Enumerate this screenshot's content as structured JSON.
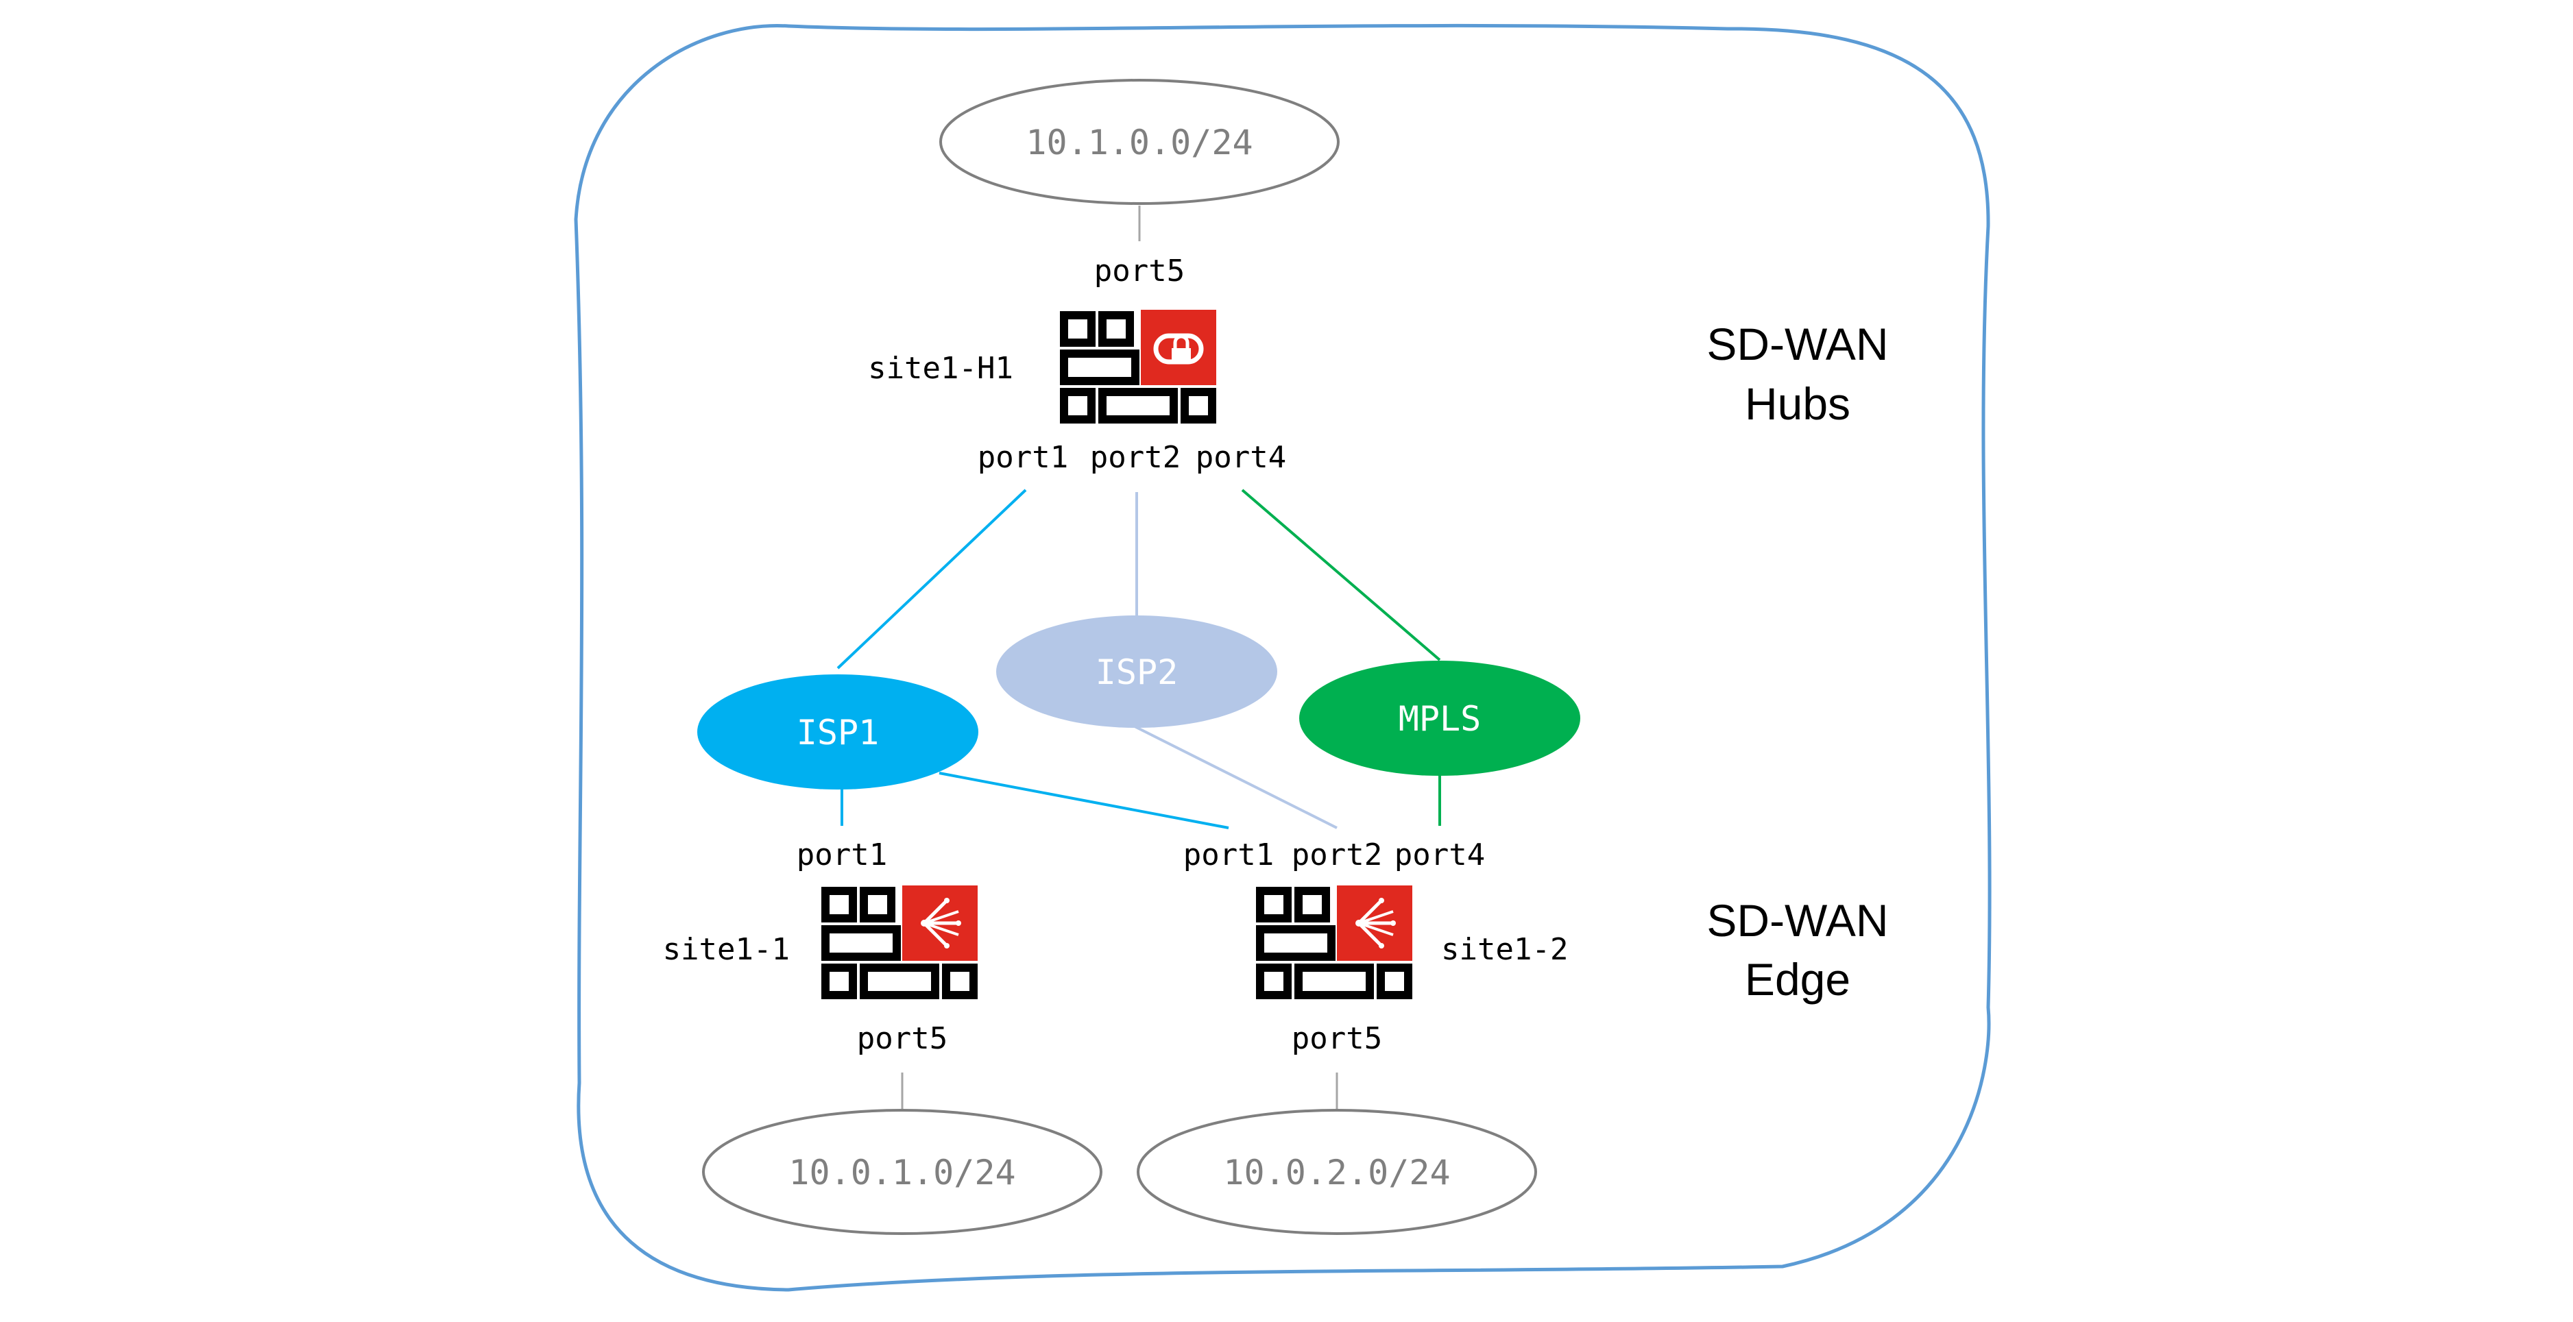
{
  "colors": {
    "boundary": "#5b9bd5",
    "isp1": "#00b0f0",
    "isp2": "#b4c7e7",
    "mpls": "#00b050",
    "lan_line": "#a6a6a6",
    "device_red": "#e0291f",
    "net_text": "#7f7f7f"
  },
  "networks": {
    "hub_lan": "10.1.0.0/24",
    "site1_lan": "10.0.1.0/24",
    "site2_lan": "10.0.2.0/24"
  },
  "clouds": {
    "isp1": "ISP1",
    "isp2": "ISP2",
    "mpls": "MPLS"
  },
  "hub": {
    "name": "site1-H1",
    "icon": "fortigate-vpn-lock-icon",
    "lan_port": "port5",
    "port_a": "port1",
    "port_b": "port2",
    "port_c": "port4"
  },
  "edge1": {
    "name": "site1-1",
    "icon": "fortigate-sdwan-icon",
    "wan_port": "port1",
    "lan_port": "port5"
  },
  "edge2": {
    "name": "site1-2",
    "icon": "fortigate-sdwan-icon",
    "port_a": "port1",
    "port_b": "port2",
    "port_c": "port4",
    "lan_port": "port5"
  },
  "groups": {
    "hubs_line1": "SD-WAN",
    "hubs_line2": "Hubs",
    "edge_line1": "SD-WAN",
    "edge_line2": "Edge"
  }
}
